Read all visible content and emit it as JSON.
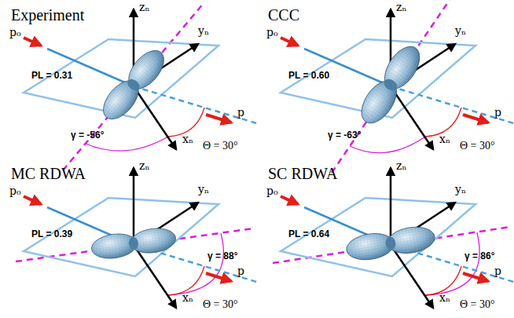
{
  "diagram": {
    "labels": [
      "Experiment",
      "zₙ",
      "yₙ",
      "xₙ",
      "p₀",
      "p",
      "PL = 0.31",
      "γ = -56°",
      "Θ = 30°",
      "CCC",
      "zₙ",
      "yₙ",
      "xₙ",
      "p₀",
      "p",
      "PL = 0.60",
      "γ = -63°",
      "Θ = 30°",
      "MC RDWA",
      "zₙ",
      "yₙ",
      "xₙ",
      "p₀",
      "p",
      "PL = 0.39",
      "γ = 88°",
      "Θ = 30°",
      "SC RDWA",
      "zₙ",
      "yₙ",
      "xₙ",
      "p₀",
      "p",
      "PL = 0.64",
      "γ = 86°",
      "Θ = 30°"
    ]
  }
}
